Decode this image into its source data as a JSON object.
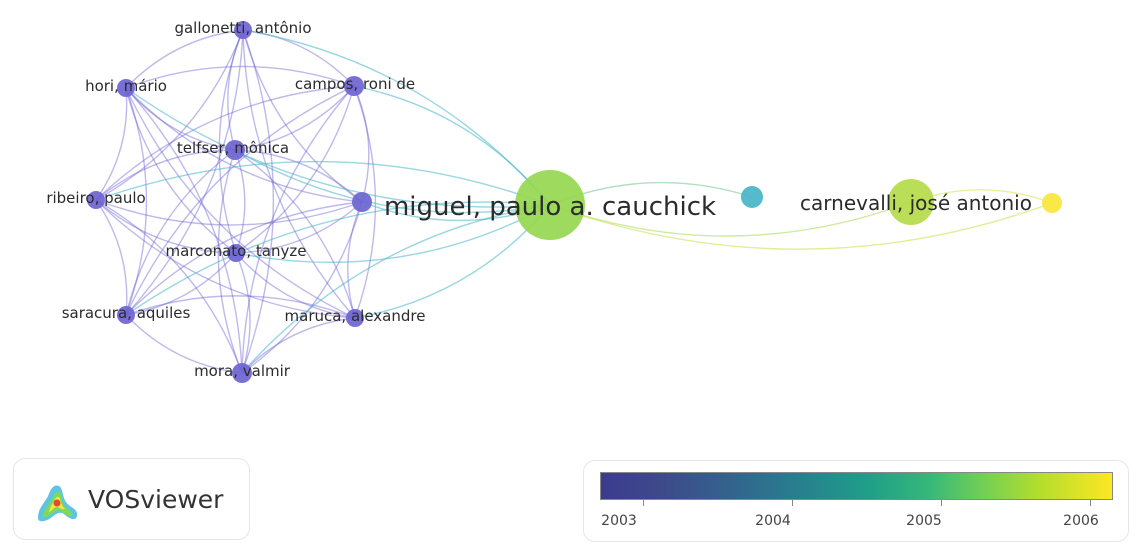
{
  "nodes": [
    {
      "id": "gallonetti",
      "label": "gallonetti, antônio",
      "year": 2003
    },
    {
      "id": "hori",
      "label": "hori, mário",
      "year": 2003
    },
    {
      "id": "campos",
      "label": "campos, roni de",
      "year": 2003
    },
    {
      "id": "telfser",
      "label": "telfser, mônica",
      "year": 2003
    },
    {
      "id": "ribeiro",
      "label": "ribeiro, paulo",
      "year": 2003
    },
    {
      "id": "marconato",
      "label": "marconato, tanyze",
      "year": 2003
    },
    {
      "id": "saracura",
      "label": "saracura, aquiles",
      "year": 2003
    },
    {
      "id": "maruca",
      "label": "maruca, alexandre",
      "year": 2003
    },
    {
      "id": "mora",
      "label": "mora, valmir",
      "year": 2003
    },
    {
      "id": "hidden1",
      "label": "",
      "year": 2003
    },
    {
      "id": "miguel",
      "label": "miguel, paulo a. cauchick",
      "year": 2005
    },
    {
      "id": "teal",
      "label": "",
      "year": 2004
    },
    {
      "id": "carnevalli",
      "label": "carnevalli, josé antonio",
      "year": 2005.3
    },
    {
      "id": "yellow",
      "label": "",
      "year": 2006
    }
  ],
  "legend": {
    "ticks": [
      "2003",
      "2004",
      "2005",
      "2006"
    ]
  },
  "branding": {
    "name": "VOSviewer"
  }
}
